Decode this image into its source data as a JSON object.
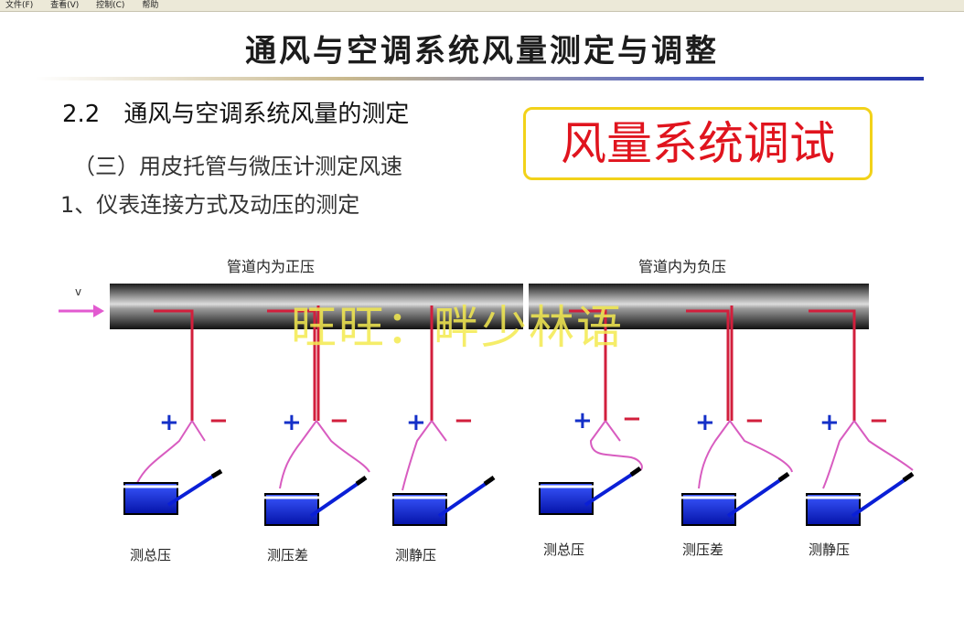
{
  "menu": [
    "文件(F)",
    "查看(V)",
    "控制(C)",
    "帮助"
  ],
  "title": "通风与空调系统风量测定与调整",
  "section_heading": "2.2　通风与空调系统风量的测定",
  "subheading": "（三）用皮托管与微压计测定风速",
  "item_heading": "1、仪表连接方式及动压的测定",
  "overlay_label": "风量系统调试",
  "watermark": "旺旺：畔少林语",
  "flow_label": "v",
  "pipes": [
    {
      "label": "管道内为正压"
    },
    {
      "label": "管道内为负压"
    }
  ],
  "gauges": [
    {
      "label": "测总压",
      "plus": "+",
      "minus": "−"
    },
    {
      "label": "测压差",
      "plus": "+",
      "minus": "−"
    },
    {
      "label": "测静压",
      "plus": "+",
      "minus": "−"
    },
    {
      "label": "测总压",
      "plus": "+",
      "minus": "−"
    },
    {
      "label": "测压差",
      "plus": "+",
      "minus": "−"
    },
    {
      "label": "测静压",
      "plus": "+",
      "minus": "−"
    }
  ],
  "colors": {
    "tube": "#d21f3c",
    "hose": "#d85cc0",
    "manometer": "#0a1fd6",
    "sign": "#1430c8",
    "pipe": "#2a2a2a"
  }
}
